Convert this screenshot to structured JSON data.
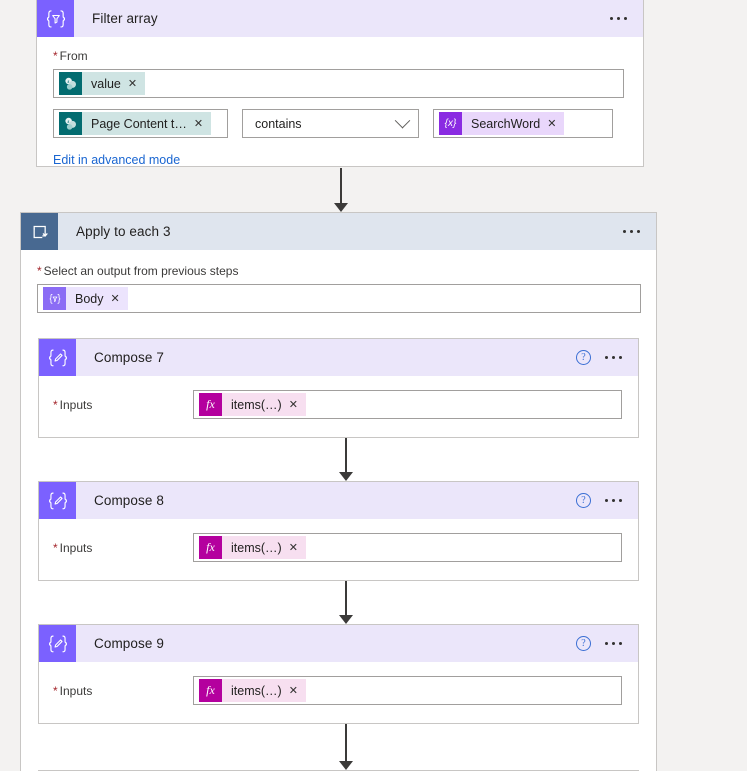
{
  "app": {
    "name": "Power Automate Flow Designer",
    "background": "#f3f2f1"
  },
  "colors": {
    "compose_tile": "#7b61ff",
    "compose_header": "#ebe6fa",
    "loop_tile": "#486991",
    "loop_header": "#dfe5ee",
    "sharepoint_token": "#036c70",
    "variable_token": "#8a2be2",
    "expression_token": "#b4009e",
    "link": "#1a66d1",
    "required_asterisk": "#a4262c",
    "connector_arrow": "#3b3a39"
  },
  "filter_array": {
    "title": "Filter array",
    "icon": "filter-braces-icon",
    "icon_glyph": "{∇}",
    "more_label": "…",
    "from": {
      "label": "From",
      "required": true,
      "token": {
        "text": "value",
        "icon": "sharepoint-icon",
        "remove_label": "✕"
      }
    },
    "condition": {
      "left": {
        "text": "Page Content t…",
        "icon": "sharepoint-icon",
        "remove_label": "✕"
      },
      "operator": {
        "value": "contains",
        "chevron": "chevron-down-icon"
      },
      "right": {
        "text": "SearchWord",
        "icon": "variable-icon",
        "icon_glyph": "{x}",
        "remove_label": "✕"
      }
    },
    "advanced_link": "Edit in advanced mode"
  },
  "apply_to_each": {
    "title": "Apply to each 3",
    "icon": "loop-icon",
    "more_label": "…",
    "select_output": {
      "label": "Select an output from previous steps",
      "required": true,
      "token": {
        "text": "Body",
        "icon": "filter-braces-icon",
        "icon_glyph": "{∇}",
        "remove_label": "✕"
      }
    },
    "steps": [
      {
        "title": "Compose 7",
        "icon": "compose-pencil-icon",
        "icon_glyph": "{✎}",
        "help_label": "?",
        "more_label": "…",
        "inputs": {
          "label": "Inputs",
          "required": true,
          "token": {
            "text": "items(…)",
            "icon": "expression-fx-icon",
            "icon_glyph": "fx",
            "remove_label": "✕"
          }
        }
      },
      {
        "title": "Compose 8",
        "icon": "compose-pencil-icon",
        "icon_glyph": "{✎}",
        "help_label": "?",
        "more_label": "…",
        "inputs": {
          "label": "Inputs",
          "required": true,
          "token": {
            "text": "items(…)",
            "icon": "expression-fx-icon",
            "icon_glyph": "fx",
            "remove_label": "✕"
          }
        }
      },
      {
        "title": "Compose 9",
        "icon": "compose-pencil-icon",
        "icon_glyph": "{✎}",
        "help_label": "?",
        "more_label": "…",
        "inputs": {
          "label": "Inputs",
          "required": true,
          "token": {
            "text": "items(…)",
            "icon": "expression-fx-icon",
            "icon_glyph": "fx",
            "remove_label": "✕"
          }
        }
      }
    ]
  }
}
